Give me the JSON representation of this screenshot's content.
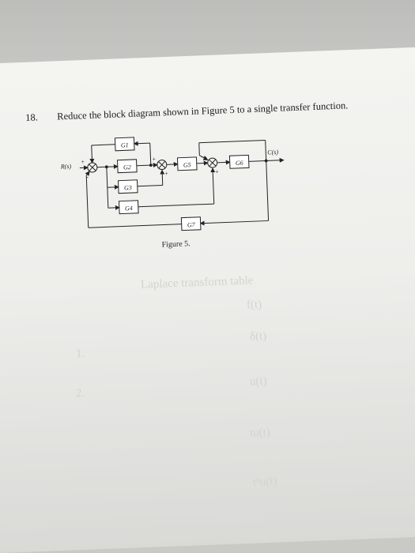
{
  "question": {
    "number": "18.",
    "text": "Reduce the block diagram shown in Figure 5 to a single transfer function."
  },
  "diagram": {
    "input_label": "R(s)",
    "output_label": "C(s)",
    "caption": "Figure 5.",
    "blocks": [
      "G1",
      "G2",
      "G3",
      "G4",
      "G5",
      "G6",
      "G7"
    ],
    "sum1_signs": [
      "+",
      "-"
    ],
    "sum2_signs": [
      "+",
      "+"
    ],
    "sum3_signs": [
      "+",
      "+"
    ]
  },
  "bleed_through": [
    "Laplace transform table",
    "f(t)",
    "δ(t)",
    "u(t)",
    "tu(t)",
    "tⁿu(t)",
    "1.",
    "2."
  ]
}
